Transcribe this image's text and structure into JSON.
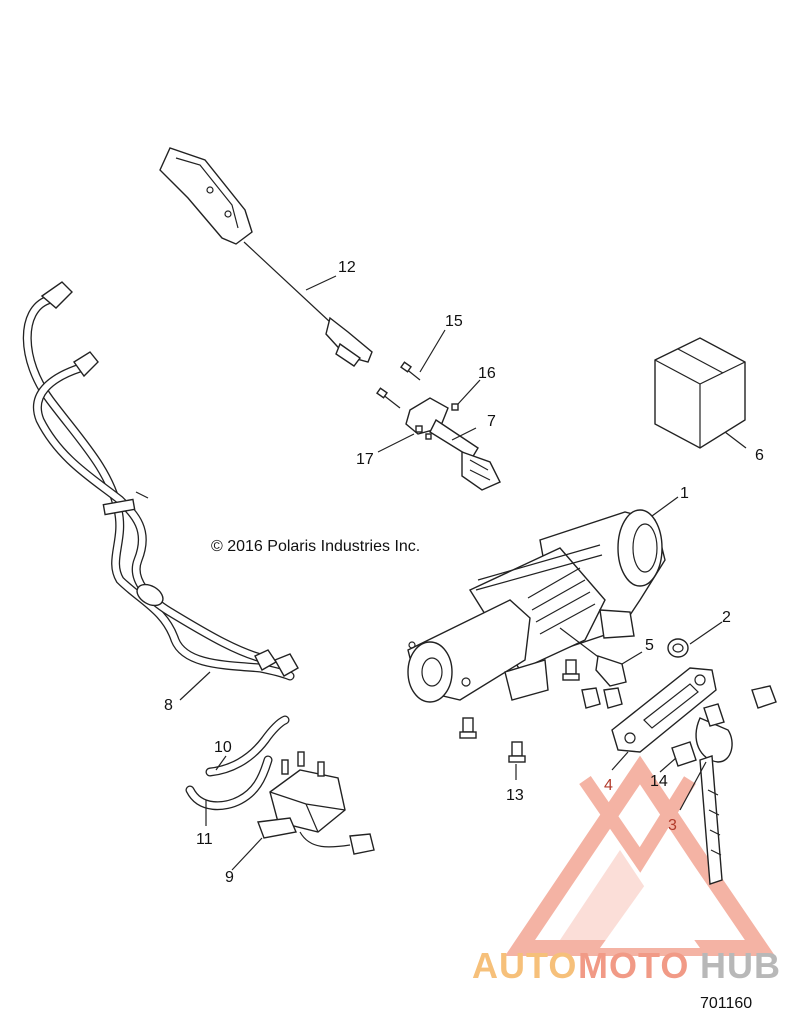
{
  "copyright": "© 2016 Polaris Industries Inc.",
  "figure_number": "701160",
  "watermark": {
    "part1": "AUTO",
    "part2": "MOTO",
    "part3": "HUB",
    "color_primary": "#f4a58a",
    "color_accent": "#f6c07a",
    "color_dark": "#b7b7b7"
  },
  "callouts": {
    "c1": "1",
    "c2": "2",
    "c3": "3",
    "c4": "4",
    "c5": "5",
    "c6": "6",
    "c7": "7",
    "c8": "8",
    "c9": "9",
    "c10": "10",
    "c11": "11",
    "c12": "12",
    "c13": "13",
    "c14": "14",
    "c15": "15",
    "c16": "16",
    "c17": "17"
  }
}
